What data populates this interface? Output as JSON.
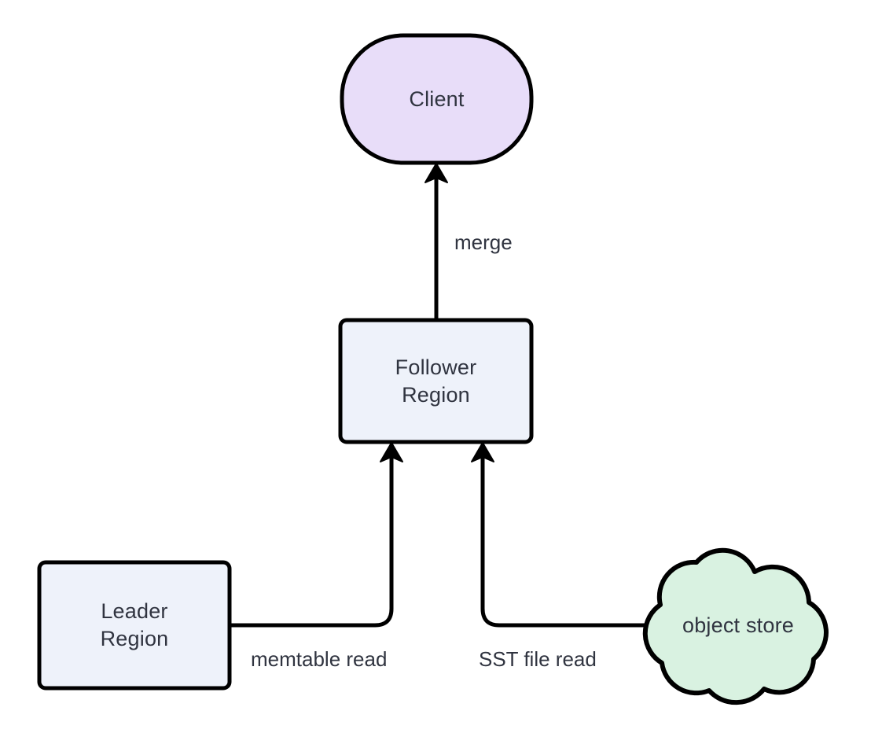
{
  "diagram": {
    "type": "flowchart",
    "title": "",
    "background_color": "#ffffff",
    "nodes": [
      {
        "id": "client",
        "label": "Client",
        "shape": "stadium",
        "fill": "#e8ddf9",
        "stroke": "#000000",
        "text_color": "#303440"
      },
      {
        "id": "follower",
        "label": "Follower\nRegion",
        "shape": "rounded-rect",
        "fill": "#eef2fa",
        "stroke": "#000000",
        "text_color": "#303440"
      },
      {
        "id": "leader",
        "label": "Leader\nRegion",
        "shape": "rounded-rect",
        "fill": "#eef2fa",
        "stroke": "#000000",
        "text_color": "#303440"
      },
      {
        "id": "object_store",
        "label": "object store",
        "shape": "cloud",
        "fill": "#d9f2e1",
        "stroke": "#000000",
        "text_color": "#303440"
      }
    ],
    "edges": [
      {
        "id": "follower-to-client",
        "from": "follower",
        "to": "client",
        "label": "merge",
        "arrow": "to",
        "style": "solid"
      },
      {
        "id": "leader-to-follower",
        "from": "leader",
        "to": "follower",
        "label": "memtable read",
        "arrow": "to",
        "style": "solid"
      },
      {
        "id": "objectstore-to-follower",
        "from": "object_store",
        "to": "follower",
        "label": "SST file read",
        "arrow": "to",
        "style": "solid"
      }
    ]
  }
}
